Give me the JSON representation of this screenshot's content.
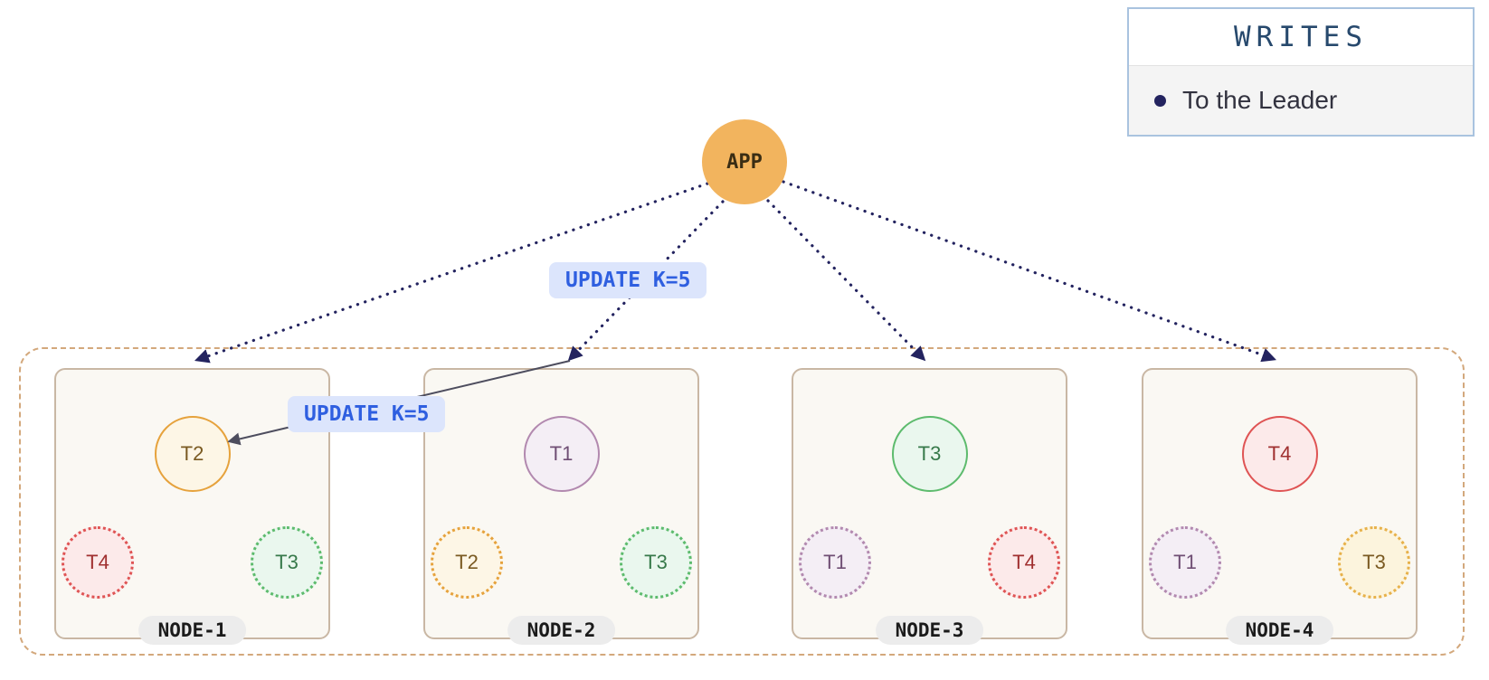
{
  "app": {
    "label": "APP"
  },
  "legend": {
    "title": "WRITES",
    "items": [
      {
        "label": "To the Leader"
      }
    ]
  },
  "annotations": {
    "update_from_app": "UPDATE K=5",
    "update_to_leader": "UPDATE K=5"
  },
  "colors": {
    "arrow_dotted": "#23235f",
    "arrow_solid": "#4d4d5e",
    "app_fill": "#f2b45e",
    "annotation_bg": "#dce5fc",
    "annotation_text": "#2f5fe0",
    "node_bg": "#faf8f3",
    "node_border": "#c9b7a4",
    "cluster_border": "#d3a87c",
    "legend_border": "#a9c3df"
  },
  "palette": {
    "orange": {
      "border": "#e6a23c",
      "bg": "#fdf6e6",
      "text": "#7a5a22"
    },
    "amber": {
      "border": "#e7b14a",
      "bg": "#fcf4dd",
      "text": "#7a5a22"
    },
    "red": {
      "border": "#df5454",
      "bg": "#fceaea",
      "text": "#a03030"
    },
    "green": {
      "border": "#5dbb6d",
      "bg": "#eaf7ee",
      "text": "#37794a"
    },
    "purple": {
      "border": "#b289af",
      "bg": "#f4eef5",
      "text": "#6f4e74"
    }
  },
  "nodes": [
    {
      "name": "NODE-1",
      "leader": {
        "label": "T2",
        "tone": "orange"
      },
      "followers": [
        {
          "label": "T4",
          "tone": "red"
        },
        {
          "label": "T3",
          "tone": "green"
        }
      ]
    },
    {
      "name": "NODE-2",
      "leader": {
        "label": "T1",
        "tone": "purple"
      },
      "followers": [
        {
          "label": "T2",
          "tone": "orange"
        },
        {
          "label": "T3",
          "tone": "green"
        }
      ]
    },
    {
      "name": "NODE-3",
      "leader": {
        "label": "T3",
        "tone": "green"
      },
      "followers": [
        {
          "label": "T1",
          "tone": "purple"
        },
        {
          "label": "T4",
          "tone": "red"
        }
      ]
    },
    {
      "name": "NODE-4",
      "leader": {
        "label": "T4",
        "tone": "red"
      },
      "followers": [
        {
          "label": "T1",
          "tone": "purple"
        },
        {
          "label": "T3",
          "tone": "amber"
        }
      ]
    }
  ]
}
